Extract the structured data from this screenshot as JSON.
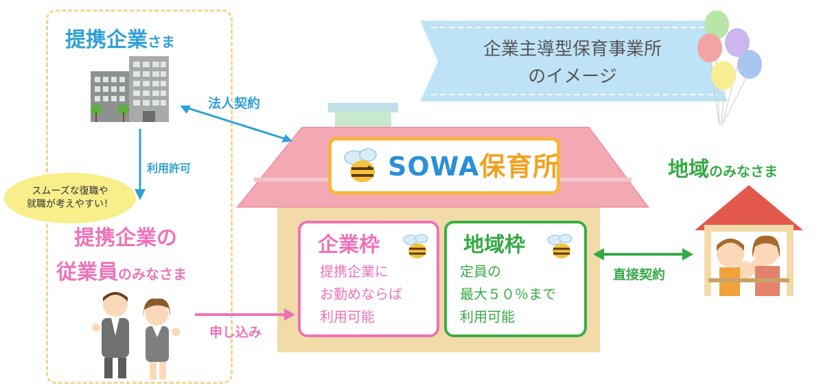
{
  "partner_company": {
    "title_main": "提携企業",
    "title_suffix": "さま"
  },
  "employees": {
    "title_line1": "提携企業の",
    "title_line2_main": "従業員",
    "title_line2_suffix": "のみなさま"
  },
  "bubble": {
    "line1": "スムーズな復職や",
    "line2": "就職が考えやすい！"
  },
  "arrows": {
    "permit": "利用許可",
    "contract": "法人契約",
    "apply": "申し込み",
    "direct": "直接契約"
  },
  "ribbon": {
    "line1": "企業主導型保育事業所",
    "line2": "のイメージ"
  },
  "sign": {
    "brand": "SOWA",
    "nursery": "保育所"
  },
  "corporate_frame": {
    "title": "企業枠",
    "lines": [
      "提携企業に",
      "お勤めならば",
      "利用可能"
    ]
  },
  "local_frame": {
    "title": "地域枠",
    "lines": [
      "定員の",
      "最大５０％まで",
      "利用可能"
    ]
  },
  "local_people": {
    "title_main": "地域",
    "title_suffix": "のみなさま"
  },
  "colors": {
    "blue": "#2fa0d8",
    "pink": "#ee72b9",
    "green": "#35a845",
    "orange": "#f7b63a",
    "roof": "#f2a9b3",
    "wall": "#f2dba8"
  },
  "icons": [
    "office-building-icon",
    "businesspeople-icon",
    "family-house-icon",
    "bee-icon",
    "balloons-icon"
  ]
}
